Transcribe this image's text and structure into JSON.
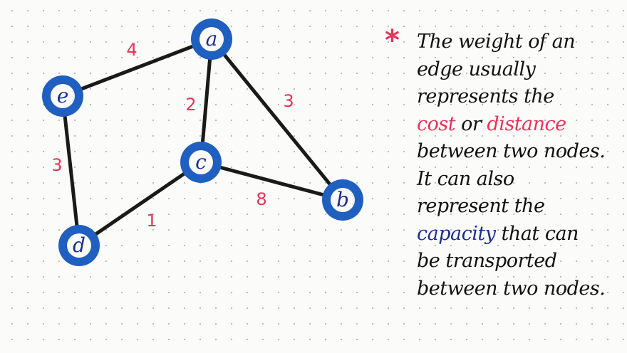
{
  "graph": {
    "nodes": [
      {
        "id": "a",
        "label": "a"
      },
      {
        "id": "e",
        "label": "e"
      },
      {
        "id": "c",
        "label": "c"
      },
      {
        "id": "b",
        "label": "b"
      },
      {
        "id": "d",
        "label": "d"
      }
    ],
    "edges": [
      {
        "from": "e",
        "to": "a",
        "weight": "4"
      },
      {
        "from": "a",
        "to": "c",
        "weight": "2"
      },
      {
        "from": "a",
        "to": "b",
        "weight": "3"
      },
      {
        "from": "e",
        "to": "d",
        "weight": "3"
      },
      {
        "from": "c",
        "to": "b",
        "weight": "8"
      },
      {
        "from": "d",
        "to": "c",
        "weight": "1"
      }
    ]
  },
  "note": {
    "asterisk": "*",
    "l1": "The weight of an",
    "l2": "edge usually",
    "l3": "represents the",
    "l4a": "cost",
    "l4b": " or ",
    "l4c": "distance",
    "l5": "between two nodes.",
    "l6": "It can also",
    "l7": "represent the",
    "l8a": "capacity",
    "l8b": " that can",
    "l9": "be transported",
    "l10": "between two nodes."
  },
  "colors": {
    "node": "#1f5fbf",
    "edge": "#1a1a1a",
    "weight": "#e8335a",
    "highlight": "#1c2f8f"
  }
}
